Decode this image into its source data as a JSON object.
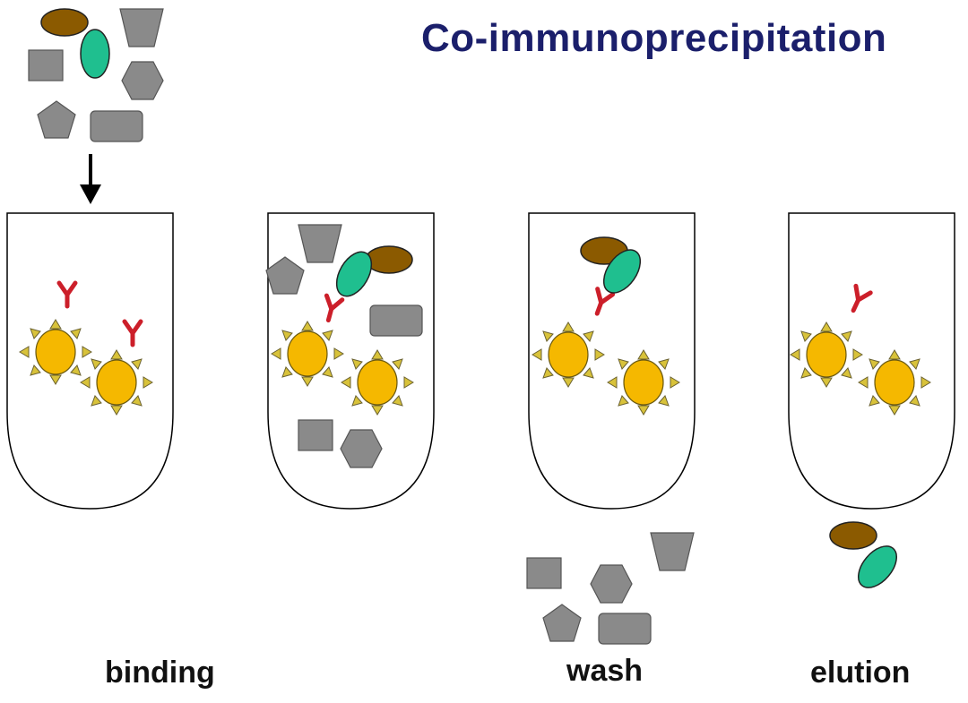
{
  "title": "Co-immunoprecipitation",
  "steps": {
    "binding": "binding",
    "wash": "wash",
    "elution": "elution"
  },
  "colors": {
    "title": "#1b1f6b",
    "tube_outline": "#000000",
    "bead_fill": "#f5b800",
    "bead_spike": "#d8c23a",
    "antibody": "#cc1f2a",
    "bait_protein": "#1fbf8f",
    "prey_protein": "#8b5a00",
    "contaminant": "#8a8a8a"
  },
  "icons": {
    "bead": "sun-bead-icon",
    "antibody": "y-antibody-icon",
    "arrow": "down-arrow-icon"
  }
}
